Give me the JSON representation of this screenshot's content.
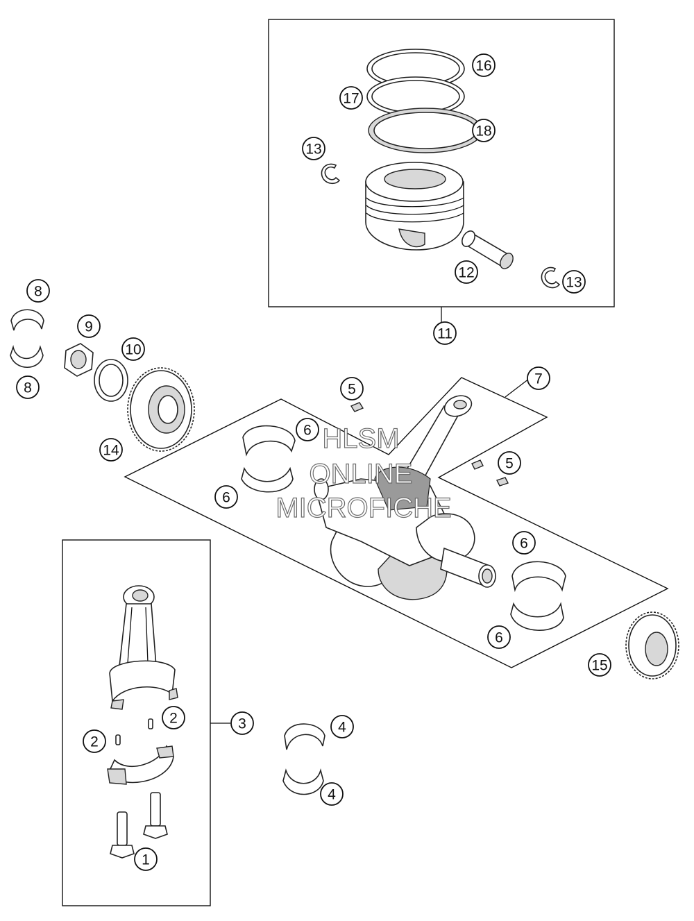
{
  "watermark": {
    "line1": "HLSM",
    "line2": "ONLINE",
    "line3": "MICROFICHE"
  },
  "callouts": [
    "1",
    "2",
    "2",
    "3",
    "4",
    "4",
    "5",
    "5",
    "6",
    "6",
    "6",
    "6",
    "7",
    "8",
    "8",
    "9",
    "10",
    "11",
    "12",
    "13",
    "13",
    "14",
    "15",
    "16",
    "17",
    "18"
  ]
}
